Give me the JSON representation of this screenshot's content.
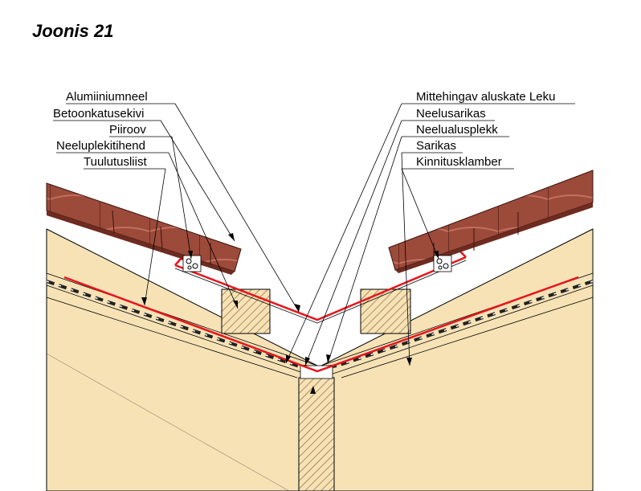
{
  "title": "Joonis 21",
  "labels_left": [
    "Alumiiniumneel",
    "Betoonkatusekivi",
    "Piiroov",
    "Neeluplekitihend",
    "Tuulutusliist"
  ],
  "labels_right": [
    "Mittehingav aluskate Leku",
    "Neelusarikas",
    "Neelualusplekk",
    "Sarikas",
    "Kinnitusklamber"
  ],
  "colors": {
    "tile": "#9c4a3a",
    "tile_dark": "#7a3326",
    "wood": "#f7e2b6",
    "flashing": "#e8141c",
    "hatch": "#8a6a3a"
  }
}
